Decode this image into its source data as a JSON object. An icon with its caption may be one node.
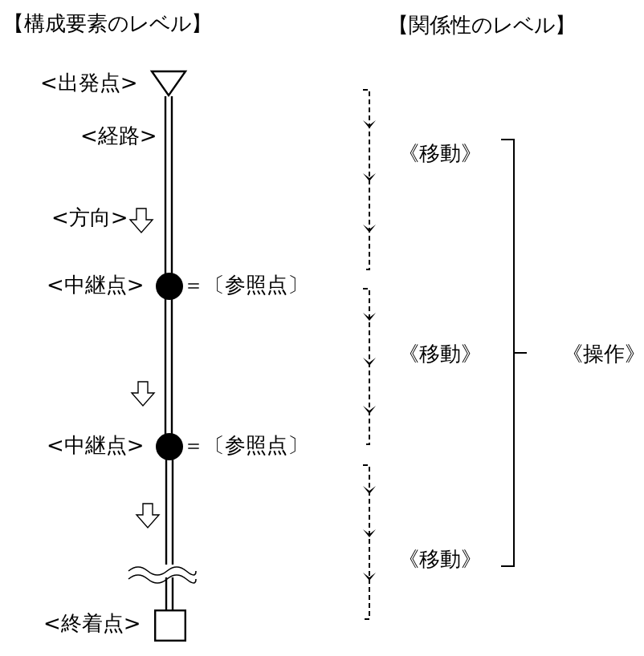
{
  "diagram": {
    "nodes": [
      {
        "text": [],
        "shape": "triangle",
        "beside": [
          "<出発点>"
        ]
      },
      {
        "text": [],
        "shape": "circle",
        "beside": [
          "<中継点>",
          "＝〔参照点〕"
        ]
      },
      {
        "text": [],
        "shape": "circle",
        "beside": [
          "<中継点>",
          "＝〔参照点〕"
        ]
      },
      {
        "text": [],
        "shape": "box",
        "beside": [
          "<終着点>"
        ]
      }
    ],
    "edges": [
      {
        "from": 0,
        "to": 1,
        "arrow": "none"
      },
      {
        "from": 1,
        "to": 2,
        "arrow": "none"
      },
      {
        "from": 2,
        "to": 3,
        "arrow": "none"
      }
    ],
    "labels": [
      "【構成要素のレベル】",
      "【関係性のレベル】",
      "<経路>",
      "<方向>",
      "《移動》",
      "《移動》",
      "《操作》",
      "《移動》"
    ]
  }
}
